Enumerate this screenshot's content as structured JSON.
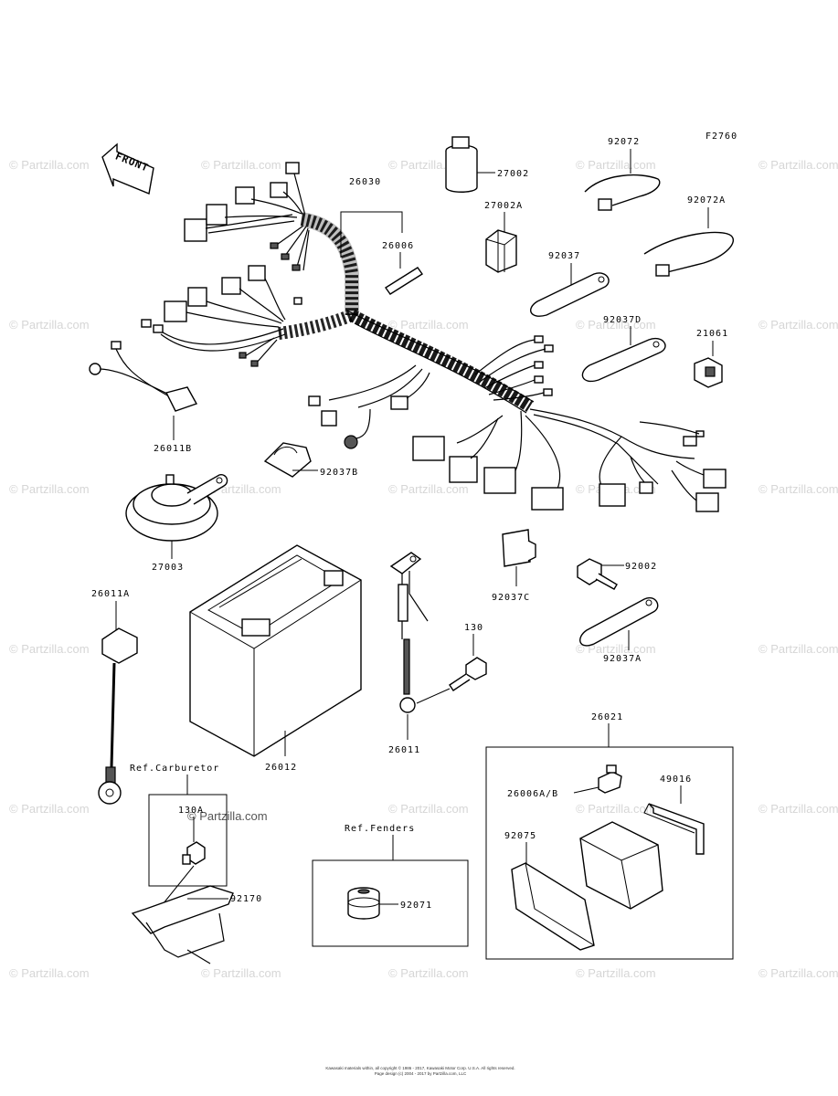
{
  "figure_code": "F2760",
  "front_label": "FRONT",
  "watermark": "© Partzilla.com",
  "callouts": {
    "p26030": "26030",
    "p27002": "27002",
    "p27002a": "27002A",
    "p26006": "26006",
    "p92072": "92072",
    "p92072a": "92072A",
    "p92037": "92037",
    "p92037d": "92037D",
    "p21061": "21061",
    "p26011b": "26011B",
    "p92037b": "92037B",
    "p27003": "27003",
    "p26011a": "26011A",
    "p26012": "26012",
    "p92037c": "92037C",
    "p92002": "92002",
    "p92037a": "92037A",
    "p130": "130",
    "p26011": "26011",
    "p26021": "26021",
    "p26006ab": "26006A/B",
    "p49016": "49016",
    "p92075": "92075",
    "p130a": "130A",
    "p92170": "92170",
    "p92071": "92071"
  },
  "references": {
    "carburetor": "Ref.Carburetor",
    "fenders": "Ref.Fenders"
  },
  "footer": {
    "line1": "Kawasaki materials within, all copyright © 1986 - 2017, Kawasaki Motor Corp. U.S.A. All rights reserved.",
    "line2": "Page design (c) 2004 - 2017 by Partzilla.com, LLC"
  }
}
